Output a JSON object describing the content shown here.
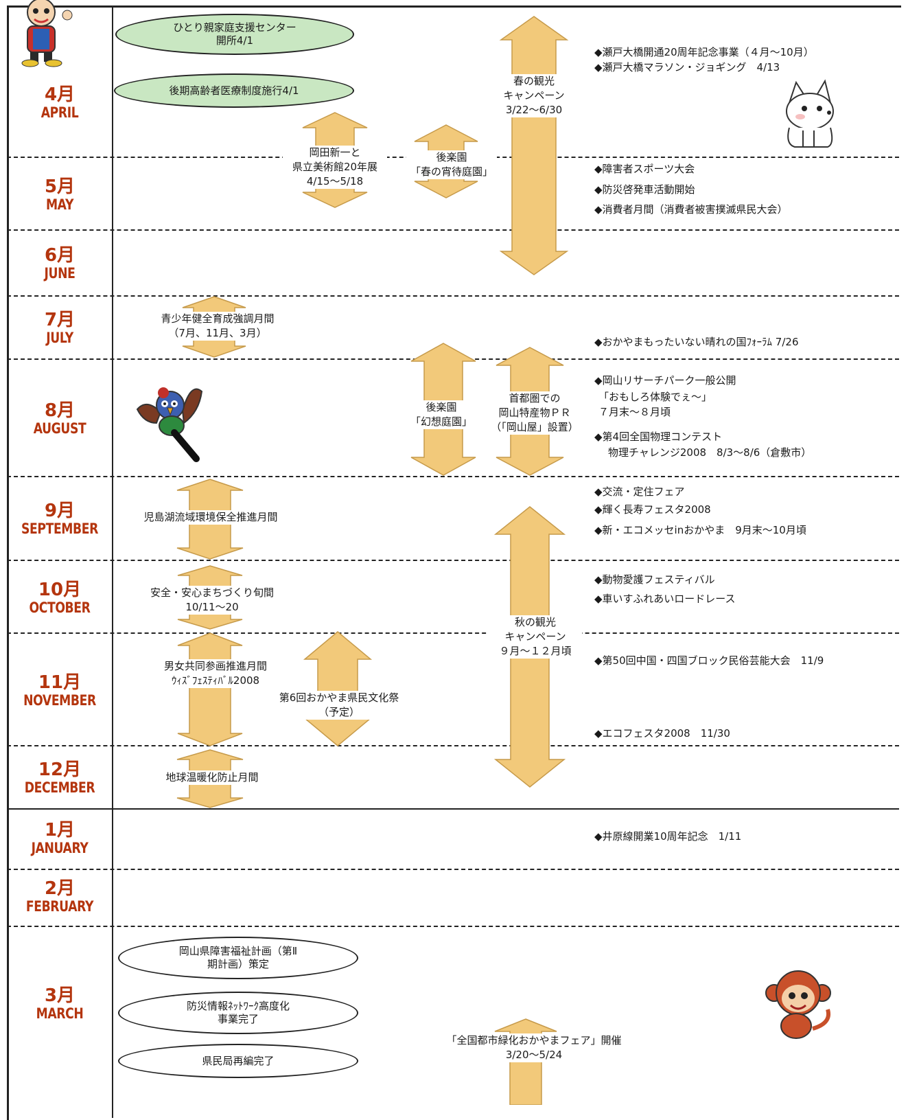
{
  "months": [
    {
      "jp": "4月",
      "en": "APRIL"
    },
    {
      "jp": "5月",
      "en": "MAY"
    },
    {
      "jp": "6月",
      "en": "JUNE"
    },
    {
      "jp": "7月",
      "en": "JULY"
    },
    {
      "jp": "8月",
      "en": "AUGUST"
    },
    {
      "jp": "9月",
      "en": "SEPTEMBER"
    },
    {
      "jp": "10月",
      "en": "OCTOBER"
    },
    {
      "jp": "11月",
      "en": "NOVEMBER"
    },
    {
      "jp": "12月",
      "en": "DECEMBER"
    },
    {
      "jp": "1月",
      "en": "JANUARY"
    },
    {
      "jp": "2月",
      "en": "FEBRUARY"
    },
    {
      "jp": "3月",
      "en": "MARCH"
    }
  ],
  "ovals": {
    "support_center": [
      "ひとり親家庭支援センター",
      "開所4/1"
    ],
    "medical_system": "後期高齢者医療制度施行4/1",
    "welfare_plan": [
      "岡山県障害福祉計画（第Ⅱ",
      "期計画）策定"
    ],
    "disaster_network": [
      "防災情報ﾈｯﾄﾜｰｸ高度化",
      "事業完了"
    ],
    "bureau_reorg": "県民局再編完了"
  },
  "arrow_labels": {
    "spring_campaign": [
      "春の観光",
      "キャンペーン",
      "3/22～6/30"
    ],
    "okada_exhibit": [
      "岡田新一と",
      "県立美術館20年展",
      "4/15～5/18"
    ],
    "korakuen_spring": [
      "後楽園",
      "「春の宵待庭園」"
    ],
    "youth_month": [
      "青少年健全育成強調月間",
      "（7月、11月、3月）"
    ],
    "korakuen_fantasy": [
      "後楽園",
      "「幻想庭園」"
    ],
    "capital_pr": [
      "首都圏での",
      "岡山特産物ＰＲ",
      "（「岡山屋」設置）"
    ],
    "kojima_lake": "児島湖流域環境保全推進月間",
    "safety_town": [
      "安全・安心まちづくり旬間",
      "10/11～20"
    ],
    "autumn_campaign": [
      "秋の観光",
      "キャンペーン",
      "９月～１２月頃"
    ],
    "gender_equality": [
      "男女共同参画推進月間",
      "ｳｨｽﾞﾌｪｽﾃｨﾊﾞﾙ2008"
    ],
    "culture_festival": [
      "第6回おかやま県民文化祭",
      "（予定）"
    ],
    "global_warming": "地球温暖化防止月間",
    "greening_fair": [
      "「全国都市緑化おかやまフェア」開催",
      "3/20～5/24"
    ]
  },
  "events": {
    "april": [
      "◆瀬戸大橋開通20周年記念事業（４月～10月）",
      "◆瀬戸大橋マラソン・ジョギング　4/13"
    ],
    "may": [
      "◆障害者スポーツ大会",
      "◆防災啓発車活動開始",
      "◆消費者月間（消費者被害撲滅県民大会）"
    ],
    "july": [
      "◆おかやまもったいない晴れの国ﾌｫｰﾗﾑ 7/26"
    ],
    "august": [
      "◆岡山リサーチパーク一般公開",
      "「おもしろ体験でぇ～」",
      "７月末～８月頃",
      "◆第4回全国物理コンテスト",
      "物理チャレンジ2008　8/3～8/6（倉敷市）"
    ],
    "september": [
      "◆交流・定住フェア",
      "◆輝く長寿フェスタ2008",
      "◆新・エコメッセinおかやま　9月末～10月頃"
    ],
    "october": [
      "◆動物愛護フェスティバル",
      "◆車いすふれあいロードレース"
    ],
    "november": [
      "◆第50回中国・四国ブロック民俗芸能大会　11/9",
      "◆エコフェスタ2008　11/30"
    ],
    "january": [
      "◆井原線開業10周年記念　1/11"
    ]
  },
  "colors": {
    "arrow_fill": "#f2c97a",
    "arrow_stroke": "#c69a4a",
    "month_text": "#b4350e",
    "green_oval": "#c9e7c2"
  }
}
